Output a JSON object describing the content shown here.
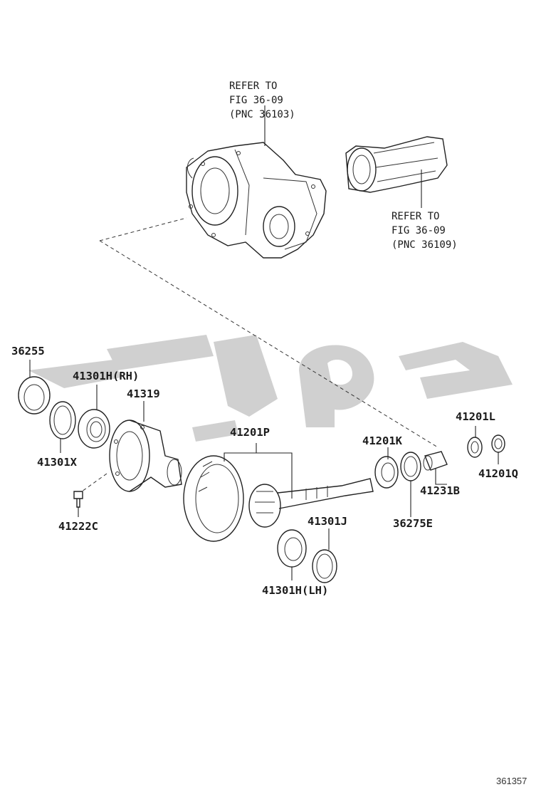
{
  "references": {
    "case": [
      "REFER TO",
      "FIG 36-09",
      "(PNC 36103)"
    ],
    "extension": [
      "REFER TO",
      "FIG 36-09",
      "(PNC 36109)"
    ]
  },
  "part_labels": {
    "p36255": "36255",
    "p41301h_rh": "41301H(RH)",
    "p41319": "41319",
    "p41301x": "41301X",
    "p41222c": "41222C",
    "p41201p": "41201P",
    "p41201k": "41201K",
    "p41201l": "41201L",
    "p41201q": "41201Q",
    "p41231b": "41231B",
    "p36275e": "36275E",
    "p41301j": "41301J",
    "p41301h_lh": "41301H(LH)"
  },
  "figure_number": "361357",
  "colors": {
    "line": "#222222",
    "watermark": "#c8c8c8",
    "background": "#ffffff"
  }
}
